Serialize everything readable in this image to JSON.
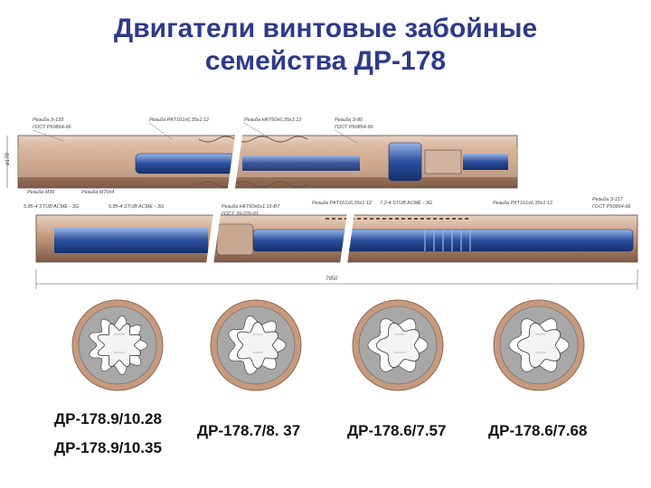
{
  "title": {
    "line1": "Двигатели винтовые забойные",
    "line2": "семейства ДР-178"
  },
  "drawing": {
    "top_callouts": [
      "Резьба З-133",
      "ГОСТ Р50864-96",
      "Резьба РКТ161х6,35х1:12",
      "Резьба НКТ60х6,35х1:12",
      "Резьба З-86",
      "ГОСТ Р50864-96"
    ],
    "mid_callouts": [
      "Резьба М36",
      "Резьба М70х4",
      "5.85-4 STUB ACME - 3G",
      "5.85-4 STUB ACME - 3G",
      "Резьба НКТ60х6х1:16-В7",
      "ГОСТ 39-226-91",
      "Резьба РКТ161х6,35х1:12",
      "7.2-4 STUB ACME - 3G",
      "Резьба РКТ161х6,35х1:12",
      "Резьба З-117",
      "ГОСТ Р50864-96"
    ],
    "diameter_label": "ø178",
    "length_label": "7950"
  },
  "sections": [
    {
      "labels": [
        "ДР-178.9/10.28",
        "ДР-178.9/10.35"
      ]
    },
    {
      "labels": [
        "ДР-178.7/8. 37"
      ]
    },
    {
      "labels": [
        "ДР-178.6/7.57"
      ]
    },
    {
      "labels": [
        "ДР-178.6/7.68"
      ]
    }
  ],
  "colors": {
    "title": "#2e3a8c",
    "steel": "#c79a7d",
    "steel_dark": "#8f6a55",
    "rotor": "#2c4f9e",
    "rotor_light": "#6a8fd0",
    "rubber": "#a8a8a8"
  }
}
